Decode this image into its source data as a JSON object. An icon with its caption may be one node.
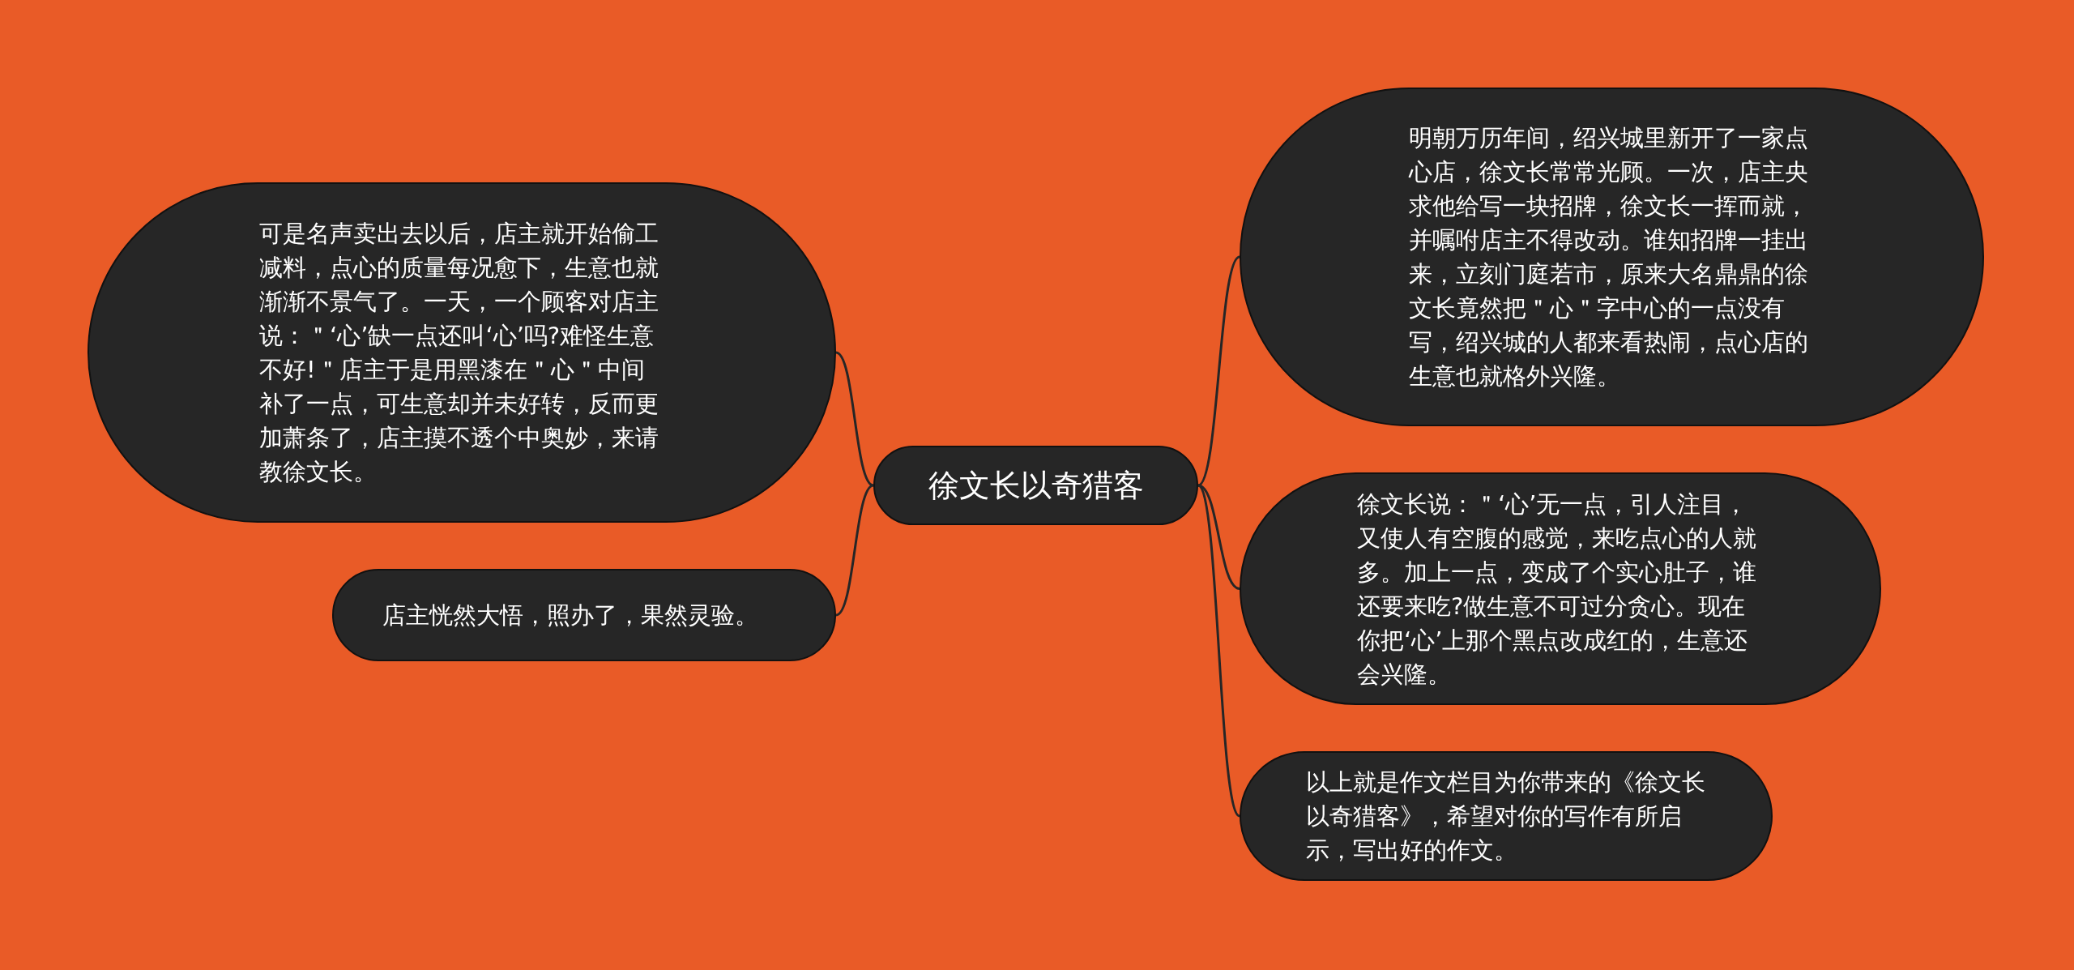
{
  "diagram": {
    "nodes": [
      {
        "text": [
          "徐文长以奇猎客"
        ]
      },
      {
        "text": [
          "可是名声卖出去以后，店主就开始偷工减料，点心的质量每况愈下，生意也就渐渐不景气了。一天，一个顾客对店主说：＂‘心’缺一点还叫‘心’吗?难怪生意不好!＂店主于是用黑漆在＂心＂中间补了一点，可生意却并未好转，反而更加萧条了，店主摸不透个中奥妙，来请教徐文长。"
        ]
      },
      {
        "text": [
          "店主恍然大悟，照办了，果然灵验。"
        ]
      },
      {
        "text": [
          "明朝万历年间，绍兴城里新开了一家点心店，徐文长常常光顾。一次，店主央求他给写一块招牌，徐文长一挥而就，并嘱咐店主不得改动。谁知招牌一挂出来，立刻门庭若市，原来大名鼎鼎的徐文长竟然把＂心＂字中心的一点没有写，绍兴城的人都来看热闹，点心店的生意也就格外兴隆。"
        ]
      },
      {
        "text": [
          "徐文长说：＂‘心’无一点，引人注目，又使人有空腹的感觉，来吃点心的人就多。加上一点，变成了个实心肚子，谁还要来吃?做生意不可过分贪心。现在你把‘心’上那个黑点改成红的，生意还会兴隆。"
        ]
      },
      {
        "text": [
          "以上就是作文栏目为你带来的《徐文长以奇猎客》，希望对你的写作有所启示，写出好的作文。"
        ]
      }
    ],
    "edges": [
      {
        "from": 0,
        "to": 1,
        "arrow": "none"
      },
      {
        "from": 0,
        "to": 2,
        "arrow": "none"
      },
      {
        "from": 0,
        "to": 3,
        "arrow": "none"
      },
      {
        "from": 0,
        "to": 4,
        "arrow": "none"
      },
      {
        "from": 0,
        "to": 5,
        "arrow": "none"
      }
    ]
  }
}
